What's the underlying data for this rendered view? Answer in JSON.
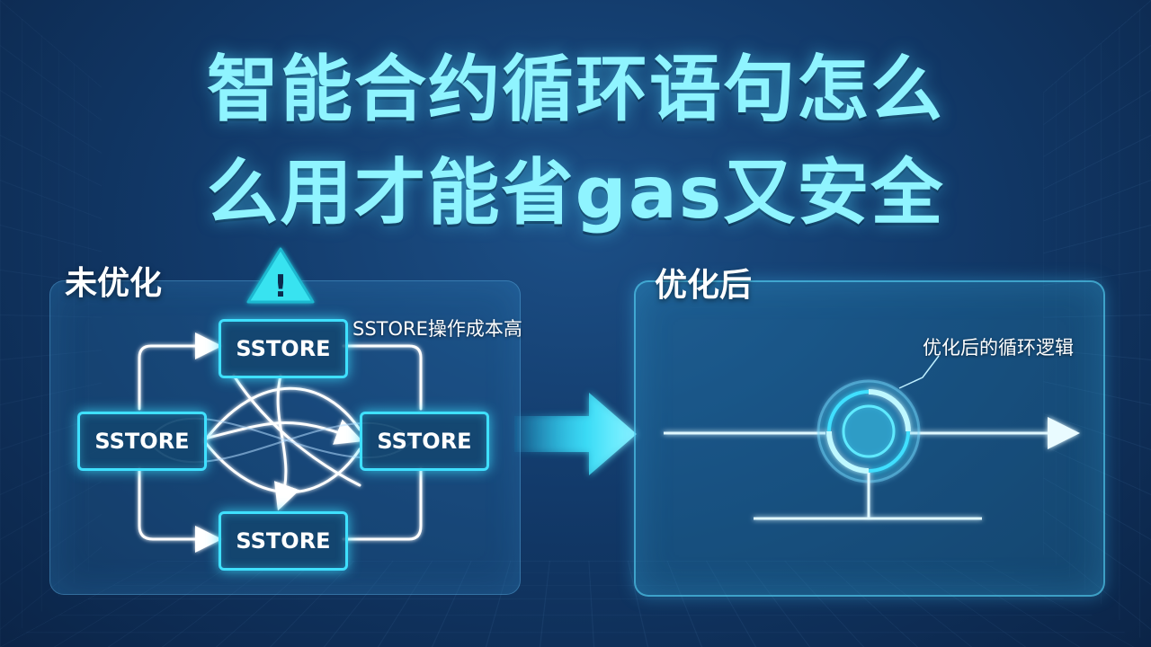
{
  "title": {
    "line1": "智能合约循环语句怎么",
    "line2": "么用才能省gas又安全"
  },
  "before": {
    "label": "未优化",
    "warning_icon": "warning-triangle-icon",
    "warning_text": "!",
    "annotation": "SSTORE操作成本高",
    "nodes": [
      "SSTORE",
      "SSTORE",
      "SSTORE",
      "SSTORE"
    ]
  },
  "after": {
    "label": "优化后",
    "annotation": "优化后的循环逻辑"
  },
  "transition_icon": "right-arrow-icon",
  "colors": {
    "accent": "#3fe0ff",
    "title": "#8ff4ff",
    "warning": "#39e3f0"
  }
}
